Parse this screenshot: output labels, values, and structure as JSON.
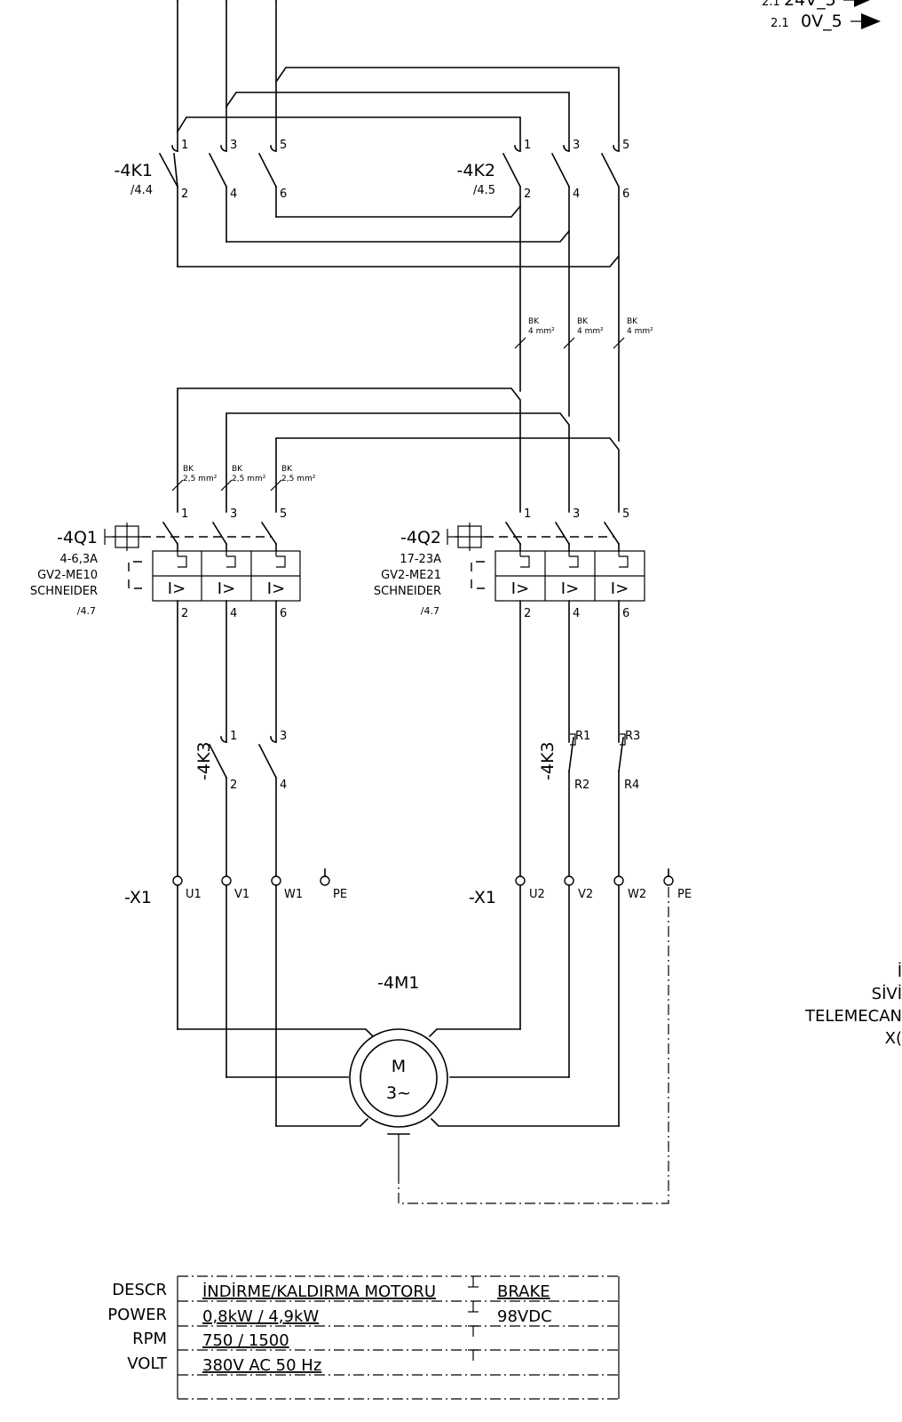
{
  "offpage": [
    {
      "ref": "2.1",
      "signal": "24V_5"
    },
    {
      "ref": "2.1",
      "signal": "0V_5"
    }
  ],
  "contactors": {
    "k1": {
      "tag": "-4K1",
      "ref": "/4.4",
      "pins_top": [
        "1",
        "3",
        "5"
      ],
      "pins_bottom": [
        "2",
        "4",
        "6"
      ]
    },
    "k2": {
      "tag": "-4K2",
      "ref": "/4.5",
      "pins_top": [
        "1",
        "3",
        "5"
      ],
      "pins_bottom": [
        "2",
        "4",
        "6"
      ]
    },
    "k3a": {
      "tag": "-4K3",
      "pins_top": [
        "1",
        "3"
      ],
      "pins_bottom": [
        "2",
        "4"
      ]
    },
    "k3b": {
      "tag": "-4K3",
      "pins_top": [
        "R1",
        "R3"
      ],
      "pins_bottom": [
        "R2",
        "R4"
      ]
    }
  },
  "wires": {
    "bk4": {
      "color": "BK",
      "size": "4 mm²"
    },
    "bk25": {
      "color": "BK",
      "size": "2,5 mm²"
    }
  },
  "breakers": {
    "q1": {
      "tag": "-4Q1",
      "range": "4-6,3A",
      "model": "GV2-ME10",
      "maker": "SCHNEIDER",
      "ref": "/4.7",
      "trip": "I>",
      "pins_top": [
        "1",
        "3",
        "5"
      ],
      "pins_bottom": [
        "2",
        "4",
        "6"
      ]
    },
    "q2": {
      "tag": "-4Q2",
      "range": "17-23A",
      "model": "GV2-ME21",
      "maker": "SCHNEIDER",
      "ref": "/4.7",
      "trip": "I>",
      "pins_top": [
        "1",
        "3",
        "5"
      ],
      "pins_bottom": [
        "2",
        "4",
        "6"
      ]
    }
  },
  "terminals": {
    "left": {
      "tag": "-X1",
      "pins": [
        "U1",
        "V1",
        "W1",
        "PE"
      ]
    },
    "right": {
      "tag": "-X1",
      "pins": [
        "U2",
        "V2",
        "W2",
        "PE"
      ]
    }
  },
  "motor": {
    "tag": "-4M1",
    "line1": "M",
    "line2": "3~"
  },
  "side_text": [
    "İ",
    "SİVİ",
    "TELEMECAN",
    "X("
  ],
  "spec_table": {
    "labels": [
      "DESCR",
      "POWER",
      "RPM",
      "VOLT"
    ],
    "col1": [
      "İNDİRME/KALDIRMA MOTORU",
      "0,8kW / 4,9kW",
      "750 / 1500",
      "380V AC 50 Hz"
    ],
    "col2": [
      "BRAKE",
      "98VDC",
      "",
      ""
    ]
  }
}
